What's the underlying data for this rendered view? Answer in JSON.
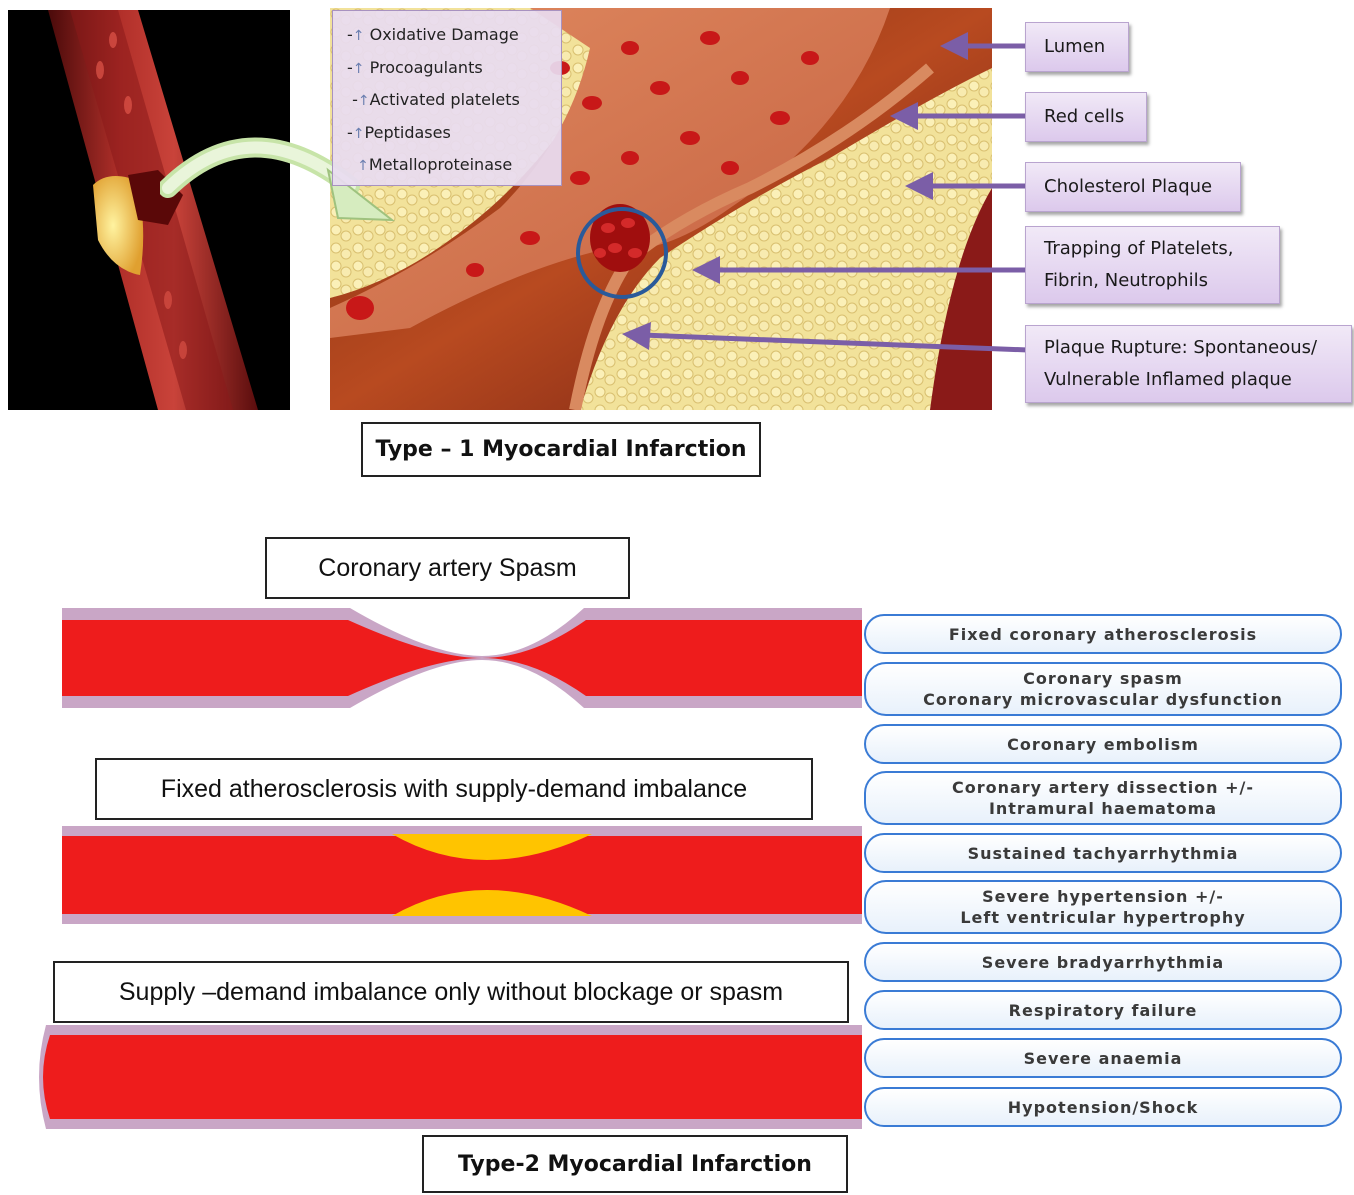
{
  "mechanisms": [
    {
      "prefix": "-",
      "text": "Oxidative Damage"
    },
    {
      "prefix": "-",
      "text": "Procoagulants"
    },
    {
      "prefix": "-",
      "text": "Activated platelets"
    },
    {
      "prefix": "-",
      "text": "Peptidases"
    },
    {
      "prefix": "",
      "text": "Metalloproteinase"
    }
  ],
  "labels": {
    "lumen": "Lumen",
    "red_cells": "Red cells",
    "cholesterol_plaque": "Cholesterol Plaque",
    "trapping_line1": "Trapping of Platelets,",
    "trapping_line2": "Fibrin, Neutrophils",
    "rupture_line1": "Plaque Rupture: Spontaneous/",
    "rupture_line2": "Vulnerable Inflamed plaque"
  },
  "type1_title": "Type – 1 Myocardial Infarction",
  "type2": {
    "spasm_title": "Coronary artery Spasm",
    "fixed_title": "Fixed atherosclerosis with supply-demand imbalance",
    "supply_title": "Supply –demand imbalance only without blockage or spasm",
    "title": "Type-2 Myocardial Infarction"
  },
  "causes": [
    [
      "Fixed coronary atherosclerosis"
    ],
    [
      "Coronary spasm",
      "Coronary microvascular dysfunction"
    ],
    [
      "Coronary embolism"
    ],
    [
      "Coronary artery dissection +/-",
      "Intramural haematoma"
    ],
    [
      "Sustained tachyarrhythmia"
    ],
    [
      "Severe hypertension +/-",
      "Left ventricular hypertrophy"
    ],
    [
      "Severe bradyarrhythmia"
    ],
    [
      "Respiratory failure"
    ],
    [
      "Severe anaemia"
    ],
    [
      "Hypotension/Shock"
    ]
  ],
  "colors": {
    "blood": "#ee1c1c",
    "plaque": "#ffc400",
    "vessel_wall": "#c9a6c6",
    "arrow": "#7b5ea7",
    "cause_border": "#3a7bd5"
  }
}
